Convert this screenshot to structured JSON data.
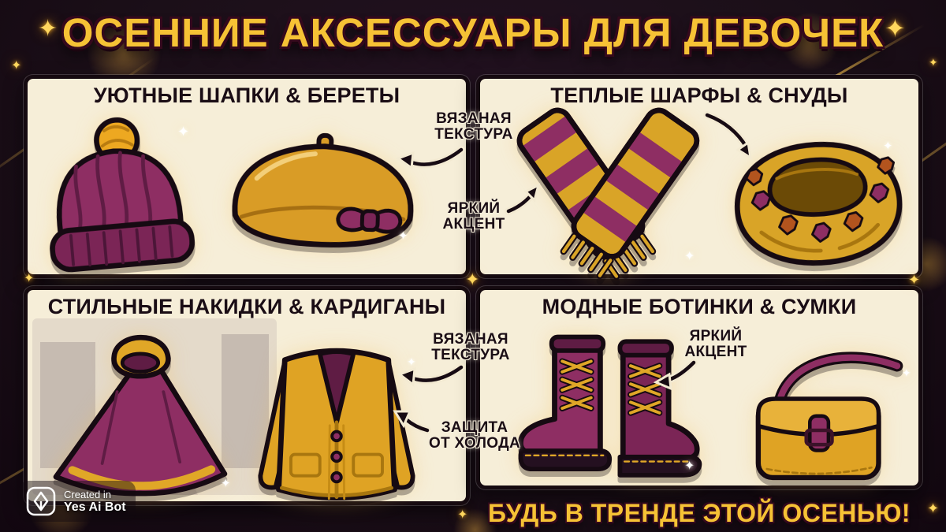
{
  "poster": {
    "title": "ОСЕННИЕ АКСЕССУАРЫ ДЛЯ ДЕВОЧЕК",
    "banner": "БУДЬ В ТРЕНДЕ ЭТОЙ ОСЕНЬЮ!"
  },
  "panels": {
    "hats": {
      "title": "УЮТНЫЕ ШАПКИ & БЕРЕТЫ",
      "items": [
        "knit-hat",
        "beret-with-bow"
      ]
    },
    "scarves": {
      "title": "ТЕПЛЫЕ ШАРФЫ & СНУДЫ",
      "items": [
        "striped-scarf",
        "leaf-pattern-snood"
      ]
    },
    "capes": {
      "title": "СТИЛЬНЫЕ НАКИДКИ & КАРДИГАНЫ",
      "items": [
        "hooded-poncho",
        "knit-cardigan"
      ]
    },
    "shoes": {
      "title": "МОДНЫЕ БОТИНКИ & СУМКИ",
      "items": [
        "lace-up-boots",
        "crossbody-bag"
      ]
    }
  },
  "annotations": {
    "hat_texture": {
      "line1": "ВЯЗАНАЯ",
      "line2": "ТЕКСТУРА"
    },
    "scarf_accent": {
      "line1": "ЯРКИЙ",
      "line2": "АКЦЕНТ"
    },
    "cardigan_texture": {
      "line1": "ВЯЗАНАЯ",
      "line2": "ТЕКСТУРА"
    },
    "cardigan_warmth": {
      "line1": "ЗАЩИТА",
      "line2": "ОТ ХОЛОДА"
    },
    "boots_accent": {
      "line1": "ЯРКИЙ",
      "line2": "АКЦЕНТ"
    }
  },
  "watermark": {
    "line1": "Created in",
    "line2": "Yes Ai Bot"
  },
  "decor": {
    "sparkle_glyph": "✦"
  },
  "colors": {
    "gold": "#f2b52b",
    "gold_light": "#ffd968",
    "mustard": "#d9a427",
    "plum": "#8e2e63",
    "plum_dark": "#5f1c44",
    "cream_panel": "#f6eed8",
    "background": "#1b0f18",
    "ink": "#150a10"
  }
}
